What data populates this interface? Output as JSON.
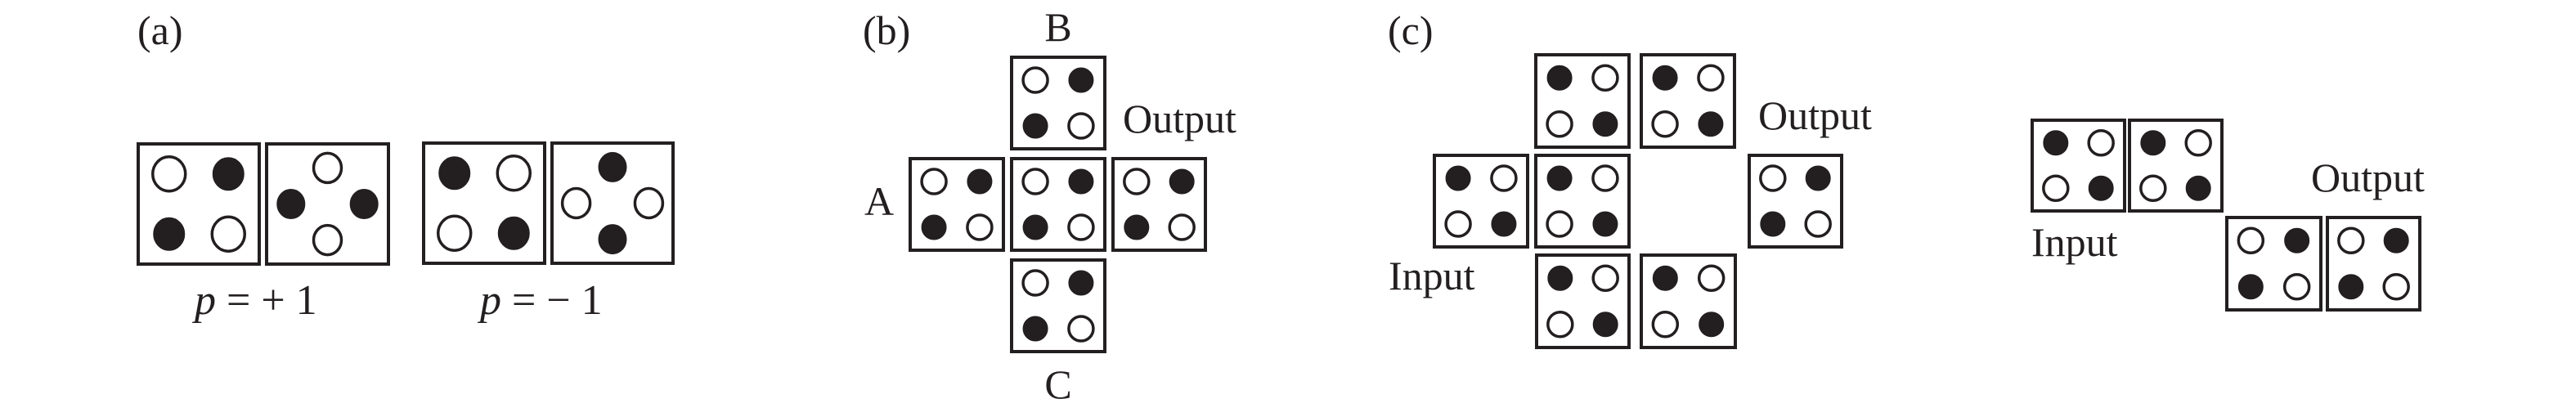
{
  "figure": {
    "panels": [
      {
        "id": "a",
        "label": "(a)",
        "captions": [
          "p = +1",
          "p = − 1"
        ],
        "caption_parts": [
          {
            "var": "p",
            "rest": " = + 1"
          },
          {
            "var": "p",
            "rest": " = − 1"
          }
        ],
        "boxes": [
          {
            "id": "a1",
            "layout": "square",
            "dots": [
              "open",
              "filled",
              "filled",
              "open"
            ]
          },
          {
            "id": "a2",
            "layout": "diamond",
            "dots": [
              "open",
              "filled",
              "filled",
              "open"
            ]
          },
          {
            "id": "a3",
            "layout": "square",
            "dots": [
              "filled",
              "open",
              "open",
              "filled"
            ]
          },
          {
            "id": "a4",
            "layout": "diamond",
            "dots": [
              "filled",
              "open",
              "open",
              "filled"
            ]
          }
        ]
      },
      {
        "id": "b",
        "label": "(b)",
        "text_labels": {
          "top": "B",
          "left": "A",
          "bottom": "C",
          "output": "Output"
        },
        "boxes": [
          {
            "id": "b-top",
            "layout": "square",
            "dots": [
              "open",
              "filled",
              "filled",
              "open"
            ]
          },
          {
            "id": "b-left",
            "layout": "square",
            "dots": [
              "open",
              "filled",
              "filled",
              "open"
            ]
          },
          {
            "id": "b-center",
            "layout": "square",
            "dots": [
              "open",
              "filled",
              "filled",
              "open"
            ]
          },
          {
            "id": "b-right",
            "layout": "square",
            "dots": [
              "open",
              "filled",
              "filled",
              "open"
            ]
          },
          {
            "id": "b-bottom",
            "layout": "square",
            "dots": [
              "open",
              "filled",
              "filled",
              "open"
            ]
          }
        ]
      },
      {
        "id": "c",
        "label": "(c)",
        "text_labels": {
          "input": "Input",
          "output": "Output"
        },
        "boxes": [
          {
            "id": "c-top-1",
            "layout": "square",
            "dots": [
              "filled",
              "open",
              "open",
              "filled"
            ]
          },
          {
            "id": "c-top-2",
            "layout": "square",
            "dots": [
              "filled",
              "open",
              "open",
              "filled"
            ]
          },
          {
            "id": "c-mid-1",
            "layout": "square",
            "dots": [
              "filled",
              "open",
              "open",
              "filled"
            ]
          },
          {
            "id": "c-mid-2",
            "layout": "square",
            "dots": [
              "filled",
              "open",
              "open",
              "filled"
            ]
          },
          {
            "id": "c-mid-right",
            "layout": "square",
            "dots": [
              "open",
              "filled",
              "filled",
              "open"
            ]
          },
          {
            "id": "c-bot-1",
            "layout": "square",
            "dots": [
              "filled",
              "open",
              "open",
              "filled"
            ]
          },
          {
            "id": "c-bot-2",
            "layout": "square",
            "dots": [
              "filled",
              "open",
              "open",
              "filled"
            ]
          }
        ]
      },
      {
        "id": "d",
        "label": "",
        "text_labels": {
          "input": "Input",
          "output": "Output"
        },
        "boxes": [
          {
            "id": "d-in-1",
            "layout": "square",
            "dots": [
              "filled",
              "open",
              "open",
              "filled"
            ]
          },
          {
            "id": "d-in-2",
            "layout": "square",
            "dots": [
              "filled",
              "open",
              "open",
              "filled"
            ]
          },
          {
            "id": "d-out-1",
            "layout": "square",
            "dots": [
              "open",
              "filled",
              "filled",
              "open"
            ]
          },
          {
            "id": "d-out-2",
            "layout": "square",
            "dots": [
              "open",
              "filled",
              "filled",
              "open"
            ]
          }
        ]
      }
    ]
  }
}
